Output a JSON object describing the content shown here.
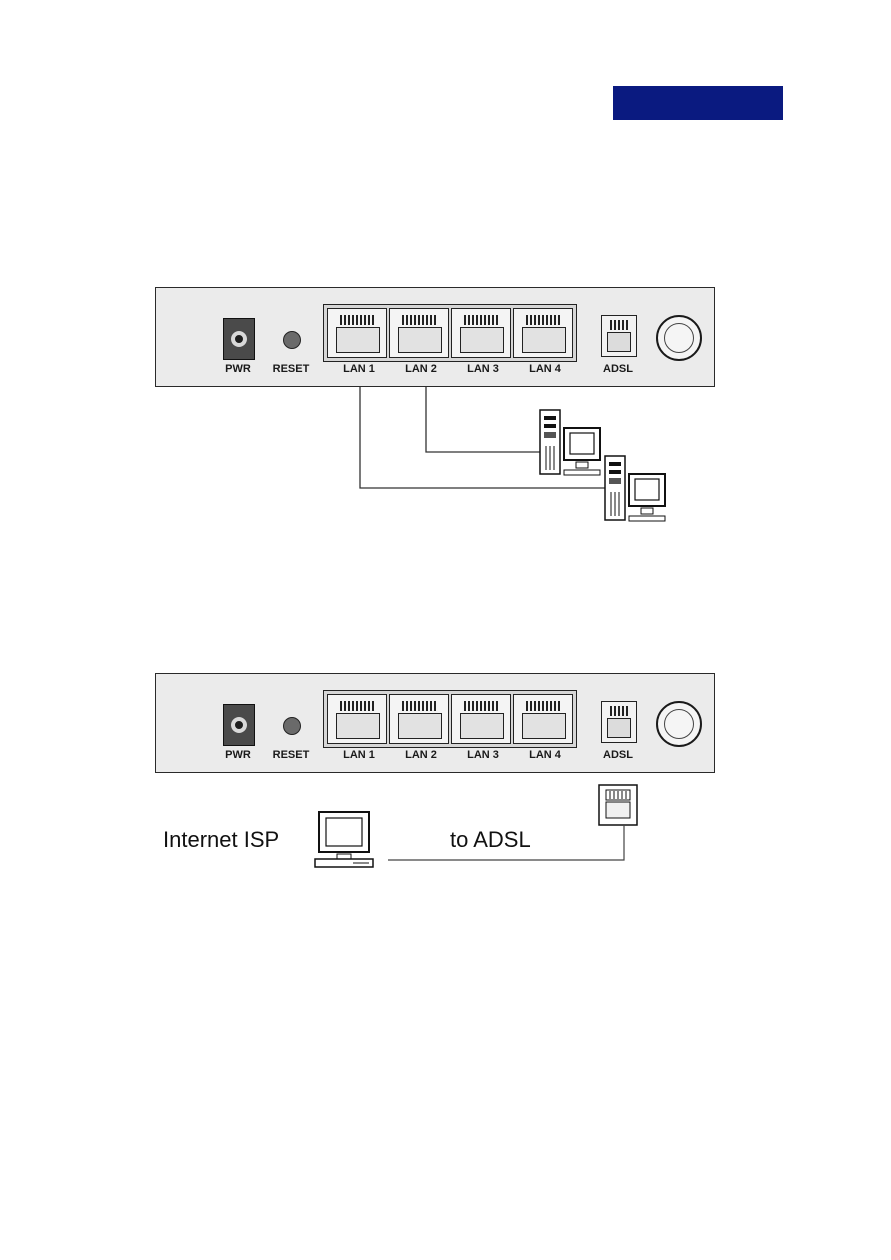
{
  "header": {
    "badge_color": "#0a1a80"
  },
  "panel_labels": {
    "pwr": "PWR",
    "reset": "RESET",
    "lan1": "LAN 1",
    "lan2": "LAN 2",
    "lan3": "LAN 3",
    "lan4": "LAN 4",
    "adsl": "ADSL"
  },
  "diagram2": {
    "internet_label": "Internet ISP",
    "adsl_label": "to ADSL"
  },
  "icons": [
    "pc-tower-icon",
    "monitor-icon",
    "desktop-pc-icon",
    "phone-jack-icon"
  ]
}
